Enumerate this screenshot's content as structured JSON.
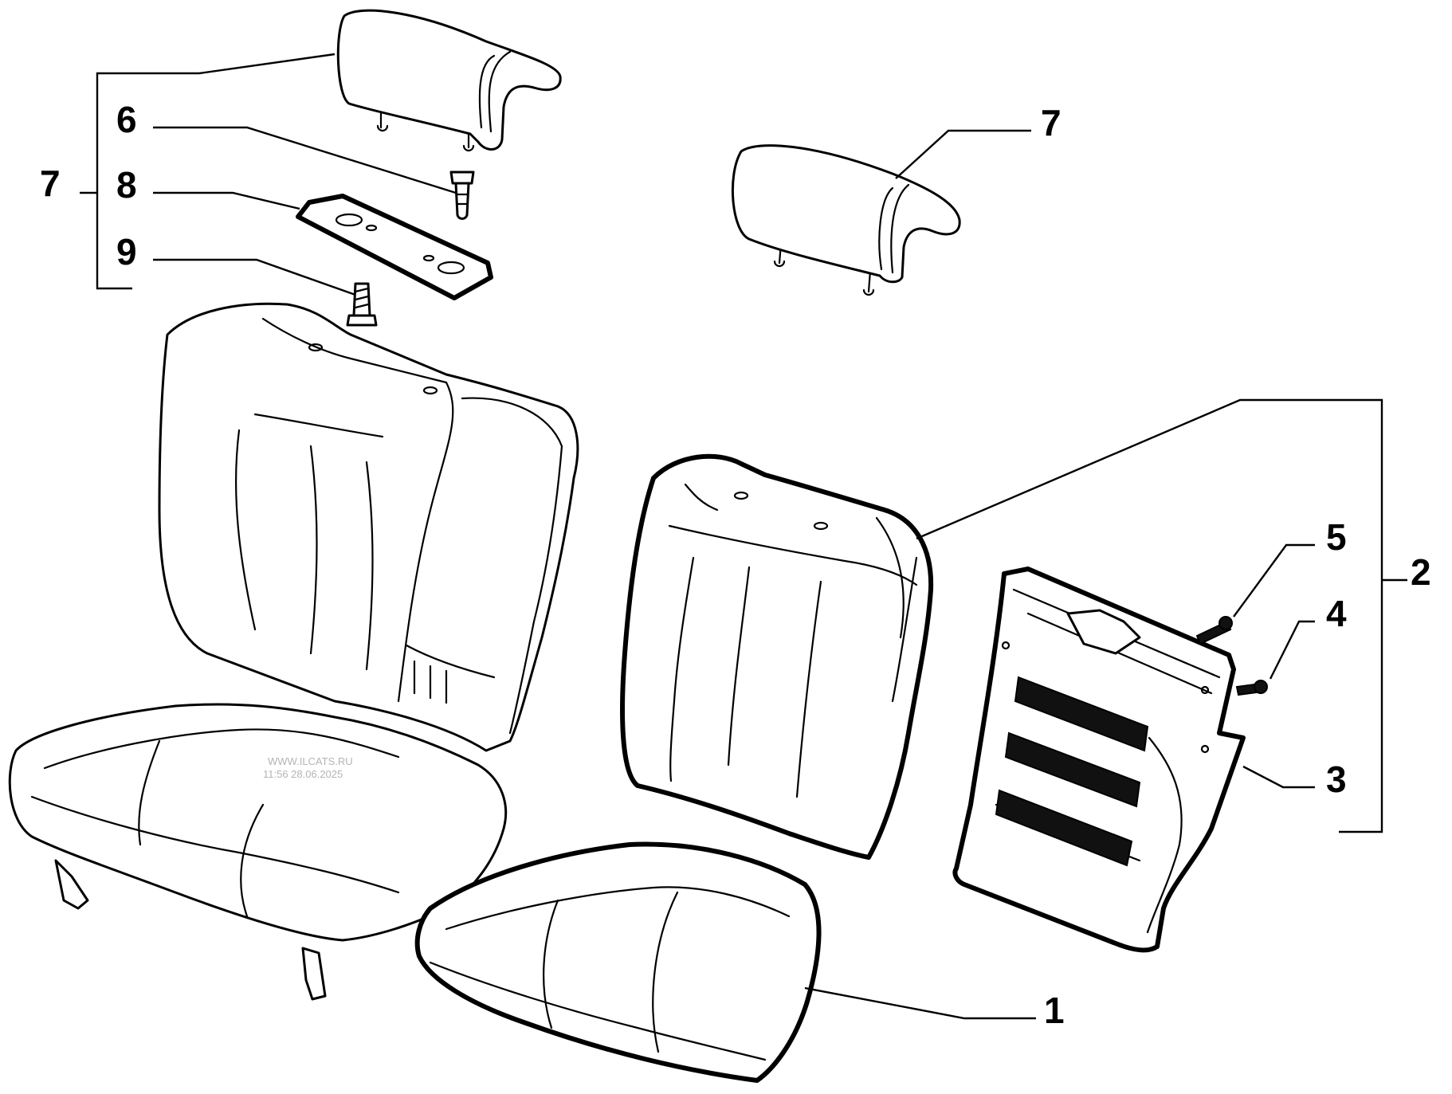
{
  "callouts": {
    "c1": "1",
    "c2": "2",
    "c3": "3",
    "c4": "4",
    "c5": "5",
    "c6": "6",
    "c7_left": "7",
    "c7_right": "7",
    "c8": "8",
    "c9": "9"
  },
  "watermark": {
    "line1": "WWW.ILCATS.RU",
    "line2": "11:56 28.06.2025"
  }
}
